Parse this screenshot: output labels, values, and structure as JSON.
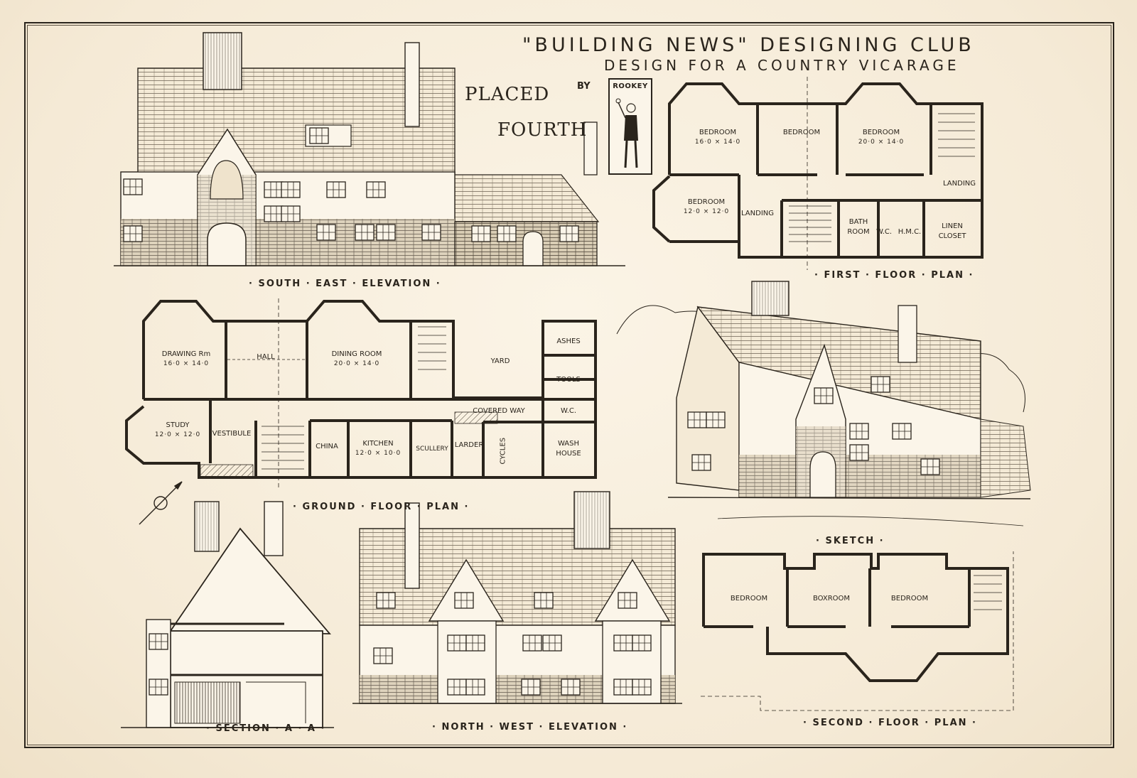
{
  "title": {
    "line1": "\"BUILDING NEWS\" DESIGNING CLUB",
    "line2": "DESIGN FOR A COUNTRY VICARAGE"
  },
  "award": {
    "line1": "PLACED",
    "line2": "FOURTH"
  },
  "by": "BY",
  "author_pseudonym": "ROOKEY",
  "drawings": {
    "south_east_elevation": "· SOUTH · EAST · ELEVATION ·",
    "first_floor_plan": "· FIRST · FLOOR · PLAN ·",
    "ground_floor_plan": "· GROUND · FLOOR · PLAN ·",
    "sketch": "· SKETCH ·",
    "section": "· SECTION · A · A ·",
    "north_west_elevation": "· NORTH · WEST · ELEVATION ·",
    "second_floor_plan": "· SECOND · FLOOR · PLAN ·"
  },
  "first_floor_rooms": {
    "bedroom_a": {
      "name": "BEDROOM",
      "dims": "16·0 × 14·0"
    },
    "bedroom_b": {
      "name": "BEDROOM"
    },
    "bedroom_c": {
      "name": "BEDROOM",
      "dims": "20·0 × 14·0"
    },
    "bedroom_d": {
      "name": "BEDROOM",
      "dims": "12·0 × 12·0"
    },
    "landing_a": "LANDING",
    "landing_b": "LANDING",
    "bath": "BATH ROOM",
    "wc": "W.C.",
    "hmc": "H.M.C.",
    "linen": "LINEN CLOSET"
  },
  "ground_floor_rooms": {
    "drawing": {
      "name": "DRAWING Rm",
      "dims": "16·0 × 14·0"
    },
    "hall": "HALL",
    "dining": {
      "name": "DINING ROOM",
      "dims": "20·0 × 14·0"
    },
    "yard": "YARD",
    "ashes": "ASHES",
    "tools": "TOOLS",
    "study": {
      "name": "STUDY",
      "dims": "12·0 × 12·0"
    },
    "vestibule": "VESTIBULE",
    "china": "CHINA",
    "kitchen": {
      "name": "KITCHEN",
      "dims": "12·0 × 10·0"
    },
    "scullery": "SCULLERY",
    "covered_way": "COVERED WAY",
    "larder": "LARDER",
    "cycles": "CYCLES",
    "wc": "W.C.",
    "wash_house": "WASH HOUSE"
  },
  "second_floor_rooms": {
    "bedroom_a": "BEDROOM",
    "boxroom": "BOXROOM",
    "bedroom_b": "BEDROOM"
  },
  "colors": {
    "paper": "#f7eedd",
    "ink": "#2a241c"
  }
}
